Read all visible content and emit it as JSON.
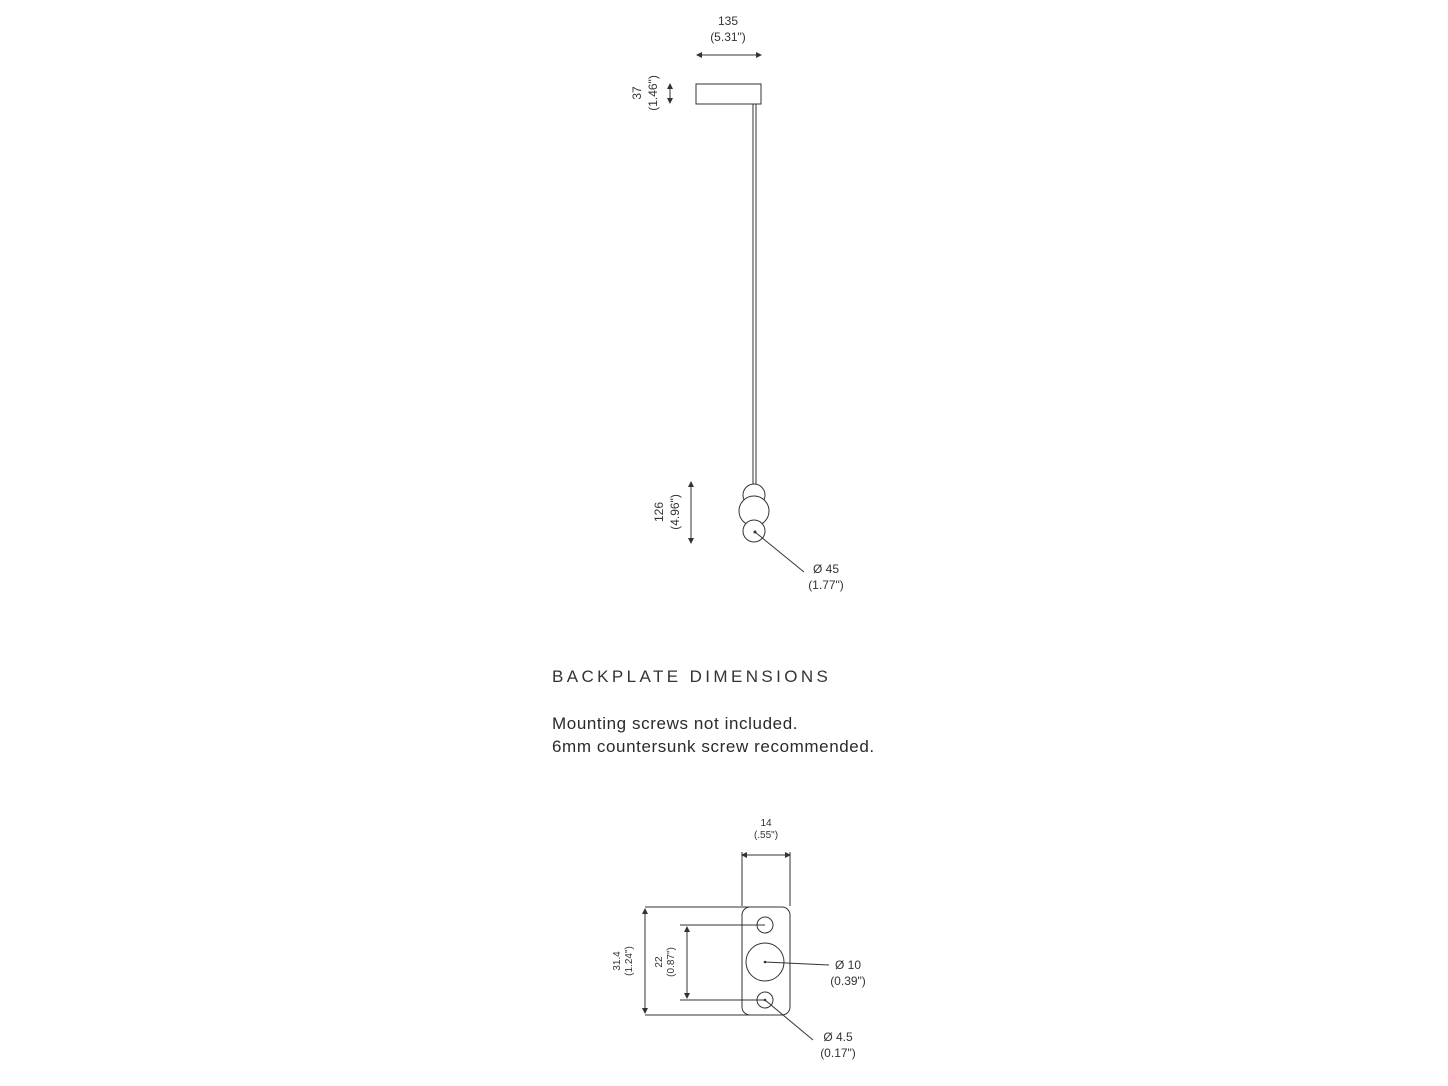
{
  "pendant": {
    "width_mm": "135",
    "width_in": "(5.31\")",
    "canopy_height_mm": "37",
    "canopy_height_in": "(1.46\")",
    "glass_height_mm": "126",
    "glass_height_in": "(4.96\")",
    "glass_diameter_mm": "Ø 45",
    "glass_diameter_in": "(1.77\")"
  },
  "backplate": {
    "heading": "BACKPLATE DIMENSIONS",
    "note_line1": "Mounting screws not included.",
    "note_line2": "6mm countersunk screw recommended.",
    "width_mm": "14",
    "width_in": "(.55\")",
    "height_mm": "31.4",
    "height_in": "(1.24\")",
    "hole_spacing_mm": "22",
    "hole_spacing_in": "(0.87\")",
    "center_hole_mm": "Ø 10",
    "center_hole_in": "(0.39\")",
    "screw_hole_mm": "Ø 4.5",
    "screw_hole_in": "(0.17\")"
  }
}
